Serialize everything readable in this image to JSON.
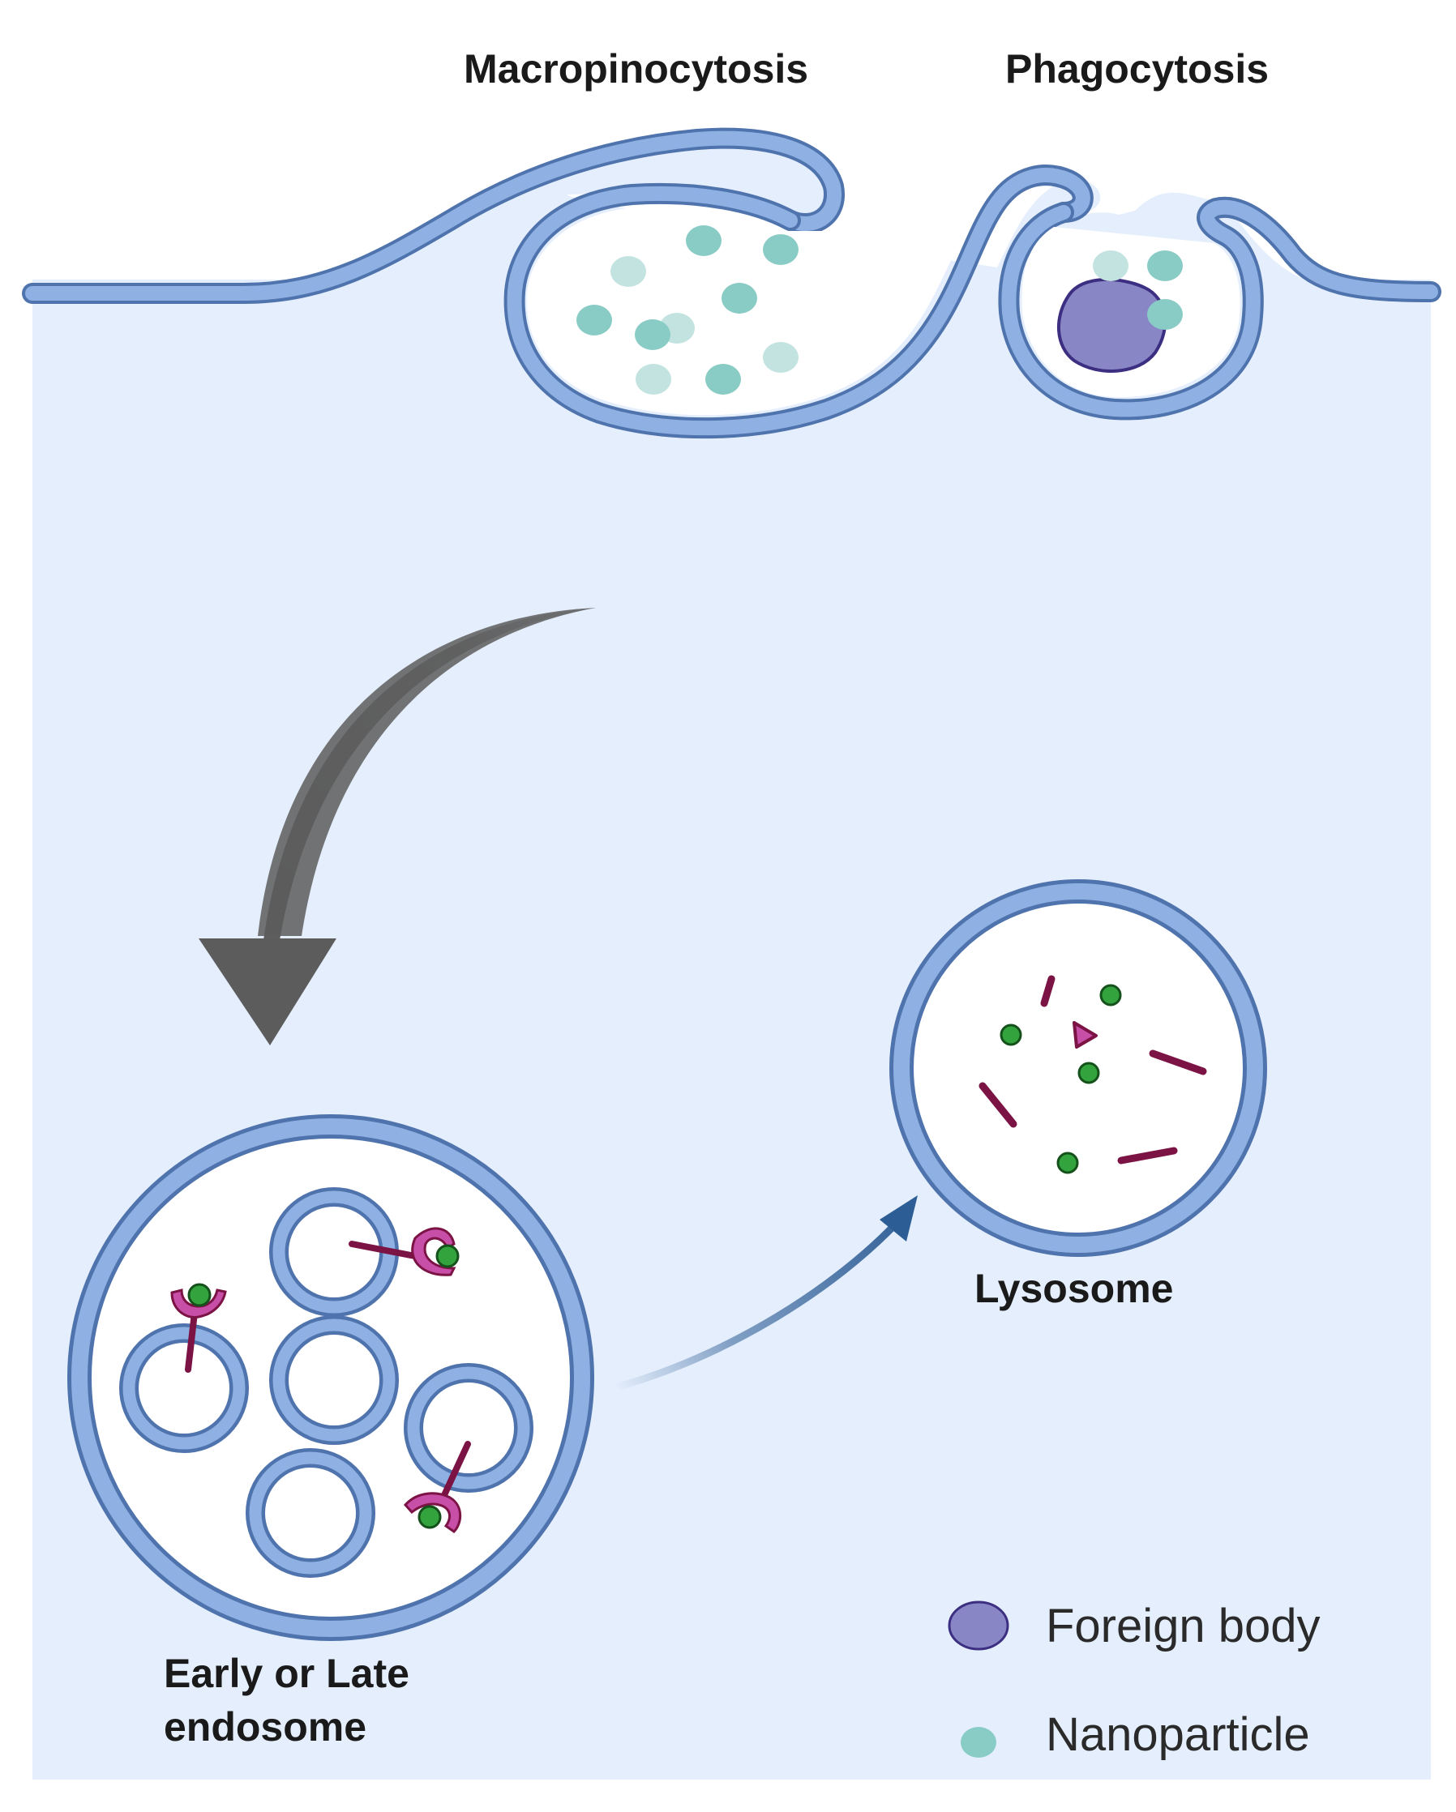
{
  "labels": {
    "macropinocytosis": "Macropinocytosis",
    "phagocytosis": "Phagocytosis",
    "lysosome": "Lysosome",
    "endosome_line1": "Early or Late",
    "endosome_line2": "endosome"
  },
  "legend": {
    "foreign_body": "Foreign body",
    "nanoparticle": "Nanoparticle"
  },
  "colors": {
    "cytoplasm": "#e4eefc",
    "membrane": "#8fb0e3",
    "membrane_edge": "#4f73ad",
    "nanoparticle": "#89ccc5",
    "nanoparticle_faded": "#c2e3df",
    "foreign_body": "#8886c4",
    "foreign_body_edge": "#3c2f82",
    "receptor": "#c74fa8",
    "receptor_stalk": "#7b1344",
    "green_ligand": "#33a33d",
    "big_arrow": "#5c5c5c",
    "small_arrow": "#2d5d95"
  },
  "icons": {
    "curved_arrow_down": "curved-arrow-down",
    "transport_arrow": "arrow-up-right"
  }
}
